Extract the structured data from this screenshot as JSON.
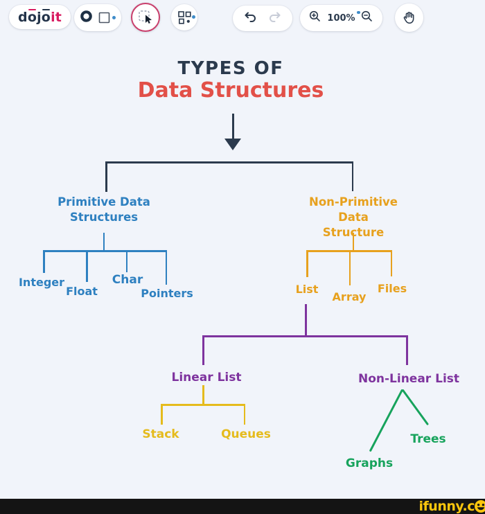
{
  "toolbar": {
    "logo": {
      "parts": [
        "d",
        "o",
        "j",
        "o",
        "it"
      ]
    },
    "zoom_level": "100%"
  },
  "diagram": {
    "title_top": "TYPES OF",
    "title_main": "Data Structures",
    "primitive": {
      "label": "Primitive Data Structures",
      "children": [
        "Integer",
        "Float",
        "Char",
        "Pointers"
      ]
    },
    "non_primitive": {
      "label": "Non-Primitive Data Structure",
      "children": [
        "List",
        "Array",
        "Files"
      ]
    },
    "linear": {
      "label": "Linear List",
      "children": [
        "Stack",
        "Queues"
      ]
    },
    "non_linear": {
      "label": "Non-Linear List",
      "children": [
        "Graphs",
        "Trees"
      ]
    }
  },
  "watermark": {
    "text": "ifunny.c"
  },
  "colors": {
    "navy": "#2b3a4d",
    "red": "#e25048",
    "blue": "#2e80c0",
    "orange": "#e7a11e",
    "purple": "#7e339e",
    "yellow": "#e5bb1c",
    "green": "#17a35c",
    "logo_pink": "#d81b60",
    "active_ring": "#ca3f6c",
    "accent_dot": "#3f8cc9",
    "bar_bg": "#141414",
    "bar_text": "#fcc60d"
  }
}
